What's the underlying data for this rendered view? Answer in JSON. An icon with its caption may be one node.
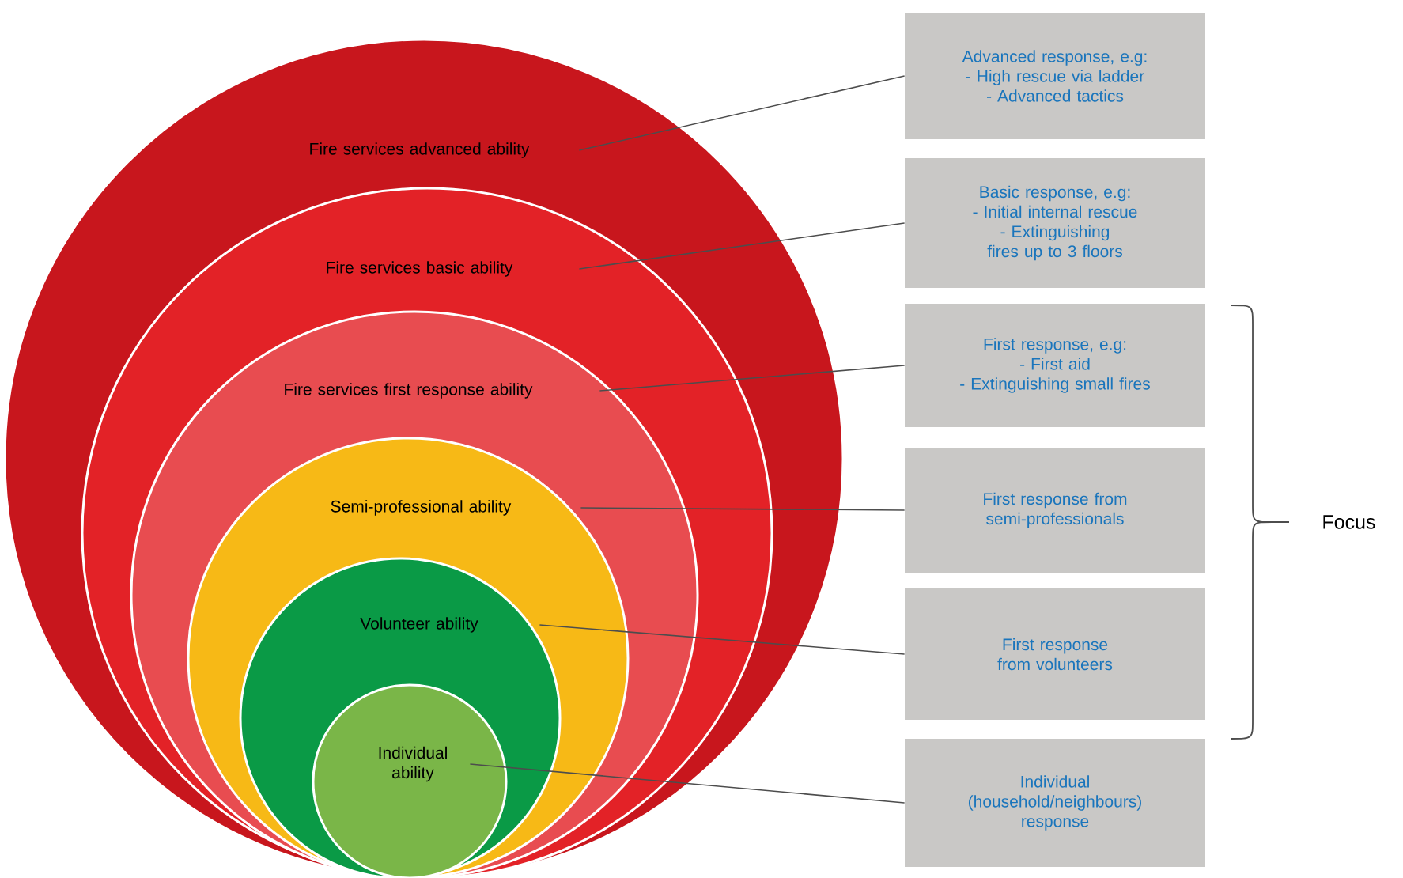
{
  "diagram": {
    "nodes": [
      {
        "text": [
          "Fire services advanced ability"
        ]
      },
      {
        "text": [
          "Fire services basic ability"
        ],
        "in": 0
      },
      {
        "text": [
          "Fire services first response ability"
        ],
        "in": 1
      },
      {
        "text": [
          "Semi-professional ability"
        ],
        "in": 2
      },
      {
        "text": [
          "Volunteer ability"
        ],
        "in": 3
      },
      {
        "text": [
          "Individual ability"
        ],
        "in": 4
      },
      {
        "text": [
          "Advanced response, e.g:",
          "- High rescue via ladder",
          "- Advanced tactics"
        ]
      },
      {
        "text": [
          "Basic response, e.g:",
          "- Initial internal rescue",
          "- Extinguishing fires up to 3 floors"
        ]
      },
      {
        "text": [
          "First response, e.g:",
          "- First aid",
          "- Extinguishing small fires"
        ]
      },
      {
        "text": [
          "First response from semi-professionals"
        ]
      },
      {
        "text": [
          "First response from volunteers"
        ]
      },
      {
        "text": [
          "Individual (household/neighbours) response"
        ]
      }
    ],
    "edges": [
      {
        "from": 0,
        "to": 6,
        "arrow": "none"
      },
      {
        "from": 1,
        "to": 7,
        "arrow": "none"
      },
      {
        "from": 2,
        "to": 8,
        "arrow": "none"
      },
      {
        "from": 3,
        "to": 9,
        "arrow": "none"
      },
      {
        "from": 4,
        "to": 10,
        "arrow": "none"
      },
      {
        "from": 5,
        "to": 11,
        "arrow": "none"
      }
    ],
    "labels": [
      "Focus"
    ]
  }
}
